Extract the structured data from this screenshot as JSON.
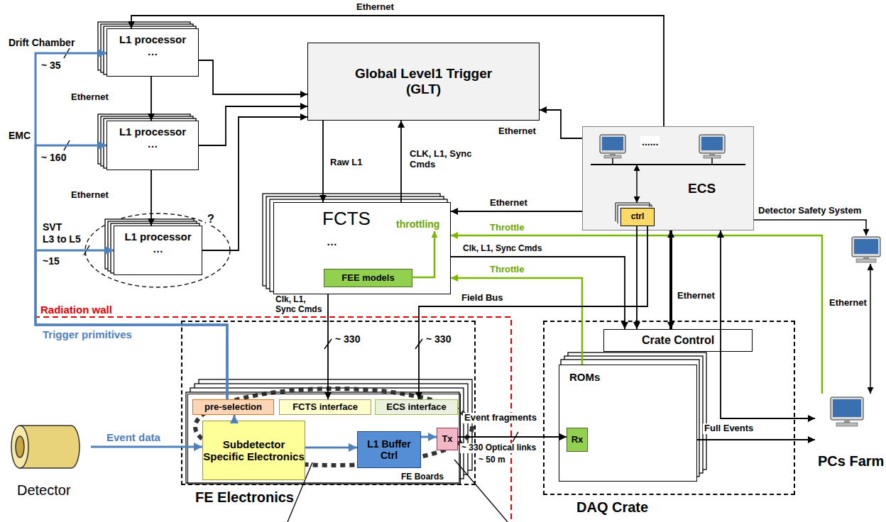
{
  "diagram": {
    "nodes": [
      {
        "text": [
          "L1 processor",
          "…"
        ]
      },
      {
        "text": [
          "L1 processor",
          "…"
        ]
      },
      {
        "text": [
          "L1 processor",
          "…"
        ]
      },
      {
        "text": [
          "Global Level1 Trigger (GLT)"
        ]
      },
      {
        "text": [
          "FCTS",
          "…",
          "throttling"
        ]
      },
      {
        "text": [
          "FEE models"
        ],
        "in": 4
      },
      {
        "text": [
          "ECS"
        ]
      },
      {
        "text": [
          "ctrl"
        ],
        "in": 6
      },
      {
        "text": [
          "FE Electronics"
        ]
      },
      {
        "text": [
          "FE Boards"
        ],
        "in": 8
      },
      {
        "text": [
          "pre-selection"
        ],
        "in": 9
      },
      {
        "text": [
          "FCTS interface"
        ],
        "in": 9
      },
      {
        "text": [
          "ECS interface"
        ],
        "in": 9
      },
      {
        "text": [
          "Subdetector Specific Electronics"
        ],
        "in": 9
      },
      {
        "text": [
          "L1 Buffer Ctrl"
        ],
        "in": 9
      },
      {
        "text": [
          "Tx"
        ],
        "in": 9
      },
      {
        "text": [
          "DAQ Crate"
        ]
      },
      {
        "text": [
          "Crate Control"
        ],
        "in": 16
      },
      {
        "text": [
          "ROMs"
        ],
        "in": 16
      },
      {
        "text": [
          "Rx"
        ],
        "in": 18
      },
      {
        "text": [
          "Detector"
        ]
      },
      {
        "text": [
          "PCs Farm"
        ]
      }
    ],
    "edges": [
      {
        "from": 6,
        "to": 0,
        "arrow": "to",
        "label": "Ethernet"
      },
      {
        "from": 0,
        "to": 3,
        "arrow": "to"
      },
      {
        "from": 1,
        "to": 3,
        "arrow": "to"
      },
      {
        "from": 2,
        "to": 3,
        "arrow": "to"
      },
      {
        "from": 0,
        "to": 1,
        "arrow": "to",
        "label": "Ethernet"
      },
      {
        "from": 1,
        "to": 2,
        "arrow": "to",
        "label": "Ethernet"
      },
      {
        "from": 6,
        "to": 3,
        "arrow": "to",
        "label": "Ethernet"
      },
      {
        "from": 3,
        "to": 4,
        "arrow": "to",
        "label": "Raw L1"
      },
      {
        "from": 4,
        "to": 3,
        "arrow": "to",
        "label": "CLK, L1, Sync Cmds"
      },
      {
        "from": 6,
        "to": 4,
        "arrow": "to",
        "label": "Ethernet"
      },
      {
        "from": 21,
        "to": 4,
        "arrow": "to",
        "label": "Throttle"
      },
      {
        "from": 4,
        "to": 17,
        "arrow": "to",
        "label": "Clk, L1, Sync Cmds"
      },
      {
        "from": 7,
        "to": 17,
        "arrow": "to"
      },
      {
        "from": 18,
        "to": 4,
        "arrow": "to",
        "label": "Throttle"
      },
      {
        "from": 6,
        "to": 17,
        "arrow": "both",
        "label": "Ethernet"
      },
      {
        "from": 6,
        "to": 21,
        "arrow": "both"
      },
      {
        "from": 4,
        "to": 11,
        "arrow": "to",
        "label": "Clk, L1, Sync Cmds"
      },
      {
        "from": 7,
        "to": 12,
        "arrow": "to",
        "label": "Field Bus"
      },
      {
        "from": 15,
        "to": 19,
        "arrow": "to",
        "label": "Event fragments"
      },
      {
        "from": 18,
        "to": 21,
        "arrow": "to",
        "label": "Full Events"
      },
      {
        "from": 20,
        "to": 13,
        "arrow": "to",
        "label": "Event data"
      },
      {
        "from": 13,
        "to": 14,
        "arrow": "to"
      },
      {
        "from": 14,
        "to": 15,
        "arrow": "to"
      },
      {
        "from": 13,
        "to": 10,
        "arrow": "to"
      },
      {
        "from": 10,
        "to": 0,
        "arrow": "to"
      },
      {
        "from": 10,
        "to": 1,
        "arrow": "to"
      },
      {
        "from": 10,
        "to": 2,
        "arrow": "to"
      }
    ],
    "labels": [
      "Drift Chamber",
      "~ 35",
      "EMC",
      "~ 160",
      "SVT",
      "L3 to L5",
      "~15",
      "?",
      "......",
      "Detector Safety System",
      "Ethernet",
      "Radiation wall",
      "Trigger primitives",
      "~ 330",
      "~ 330",
      "~ 330 Optical links",
      "~ 50 m"
    ]
  }
}
